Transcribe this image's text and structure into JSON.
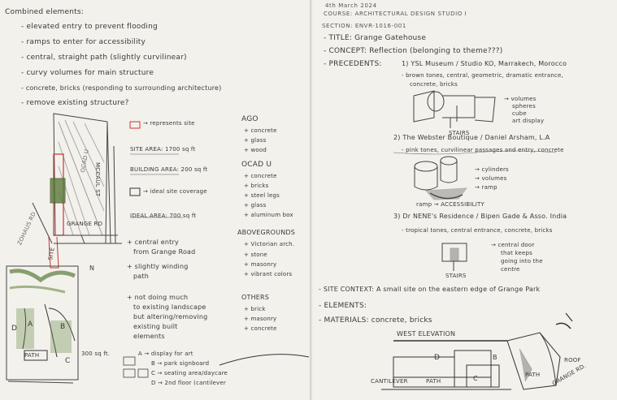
{
  "left_page": {
    "heading": "Combined elements:",
    "bullets": [
      "- elevated entry to prevent flooding",
      "- ramps to enter for accessibility",
      "- central, straight path (slightly curvilinear)",
      "- curvy volumes for main structure",
      "- concrete, bricks (responding to surrounding architecture)",
      "- remove existing structure?"
    ],
    "site_plan": {
      "street_label": "MCCAUL ST",
      "road_label": "GRANGE RD",
      "corner_label": "ZOHAUS RD",
      "interior_label": "OCAD U",
      "small_label": "SITE"
    },
    "legend": [
      "→ represents site",
      "SITE AREA: 1700 sq ft",
      "BUILDING AREA: 200 sq ft",
      "→ ideal site coverage",
      "IDEAL AREA: 700 sq ft"
    ],
    "ago": {
      "title": "AGO",
      "items": [
        "+ concrete",
        "+ glass",
        "+ wood"
      ]
    },
    "ocadu": {
      "title": "OCAD U",
      "items": [
        "+ concrete",
        "+ bricks",
        "+ steel legs",
        "+ glass",
        "+ aluminum box"
      ]
    },
    "above_grounds": {
      "title": "ABOVEGROUNDS",
      "items": [
        "+ Victorian arch.",
        "+ stone",
        "+ masonry",
        "+ vibrant colors"
      ]
    },
    "other": {
      "title": "OTHERS",
      "items": [
        "+ brick",
        "+ masonry",
        "+ concrete"
      ]
    },
    "notes": [
      "+ central entry",
      "from Grange Road",
      "+ slightly winding",
      "path",
      "+ not doing much",
      "to existing landscape",
      "but altering/removing",
      "existing built",
      "elements"
    ],
    "key": [
      "A → display for art",
      "B → park signboard",
      "C → seating area/daycare",
      "D → 2nd floor (cantilever"
    ],
    "plan_labels": {
      "a": "A",
      "b": "B",
      "c": "C",
      "d": "D",
      "path": "PATH",
      "area": "300 sq ft.",
      "north": "N"
    }
  },
  "right_page": {
    "header_date": "4th March 2024",
    "course": "COURSE: ARCHITECTURAL DESIGN STUDIO I",
    "section": "SECTION: ENVR-1016-001",
    "title": "- TITLE: Grange Gatehouse",
    "concept": "- CONCEPT: Reflection (belonging to theme???)",
    "precedents_label": "- PRECEDENTS:",
    "precedents": [
      {
        "heading": "1) YSL Museum / Studio KO, Marrakech, Morocco",
        "desc": "- brown tones, central, geometric, dramatic entrance,",
        "desc2": "concrete, bricks",
        "annot": [
          "→ volumes",
          "spheres",
          "cube",
          "art display"
        ],
        "caption": "STAIRS"
      },
      {
        "heading": "2) The Webster Boutique / Daniel Arsham, L.A",
        "desc": "- pink tones, curvilinear passages and entry, concrete",
        "annot": [
          "→ cylinders",
          "→ volumes",
          "→ ramp"
        ],
        "caption": "ramp → ACCESSIBILITY"
      },
      {
        "heading": "3) Dr NENE's Residence / Bipen Gade & Asso. India",
        "desc": "- tropical tones, central entrance, concrete, bricks",
        "annot": [
          "→ central door",
          "that keeps",
          "going into the",
          "centre"
        ],
        "caption": "STAIRS"
      }
    ],
    "site_context": "- SITE CONTEXT: A small site on the eastern edge of Grange Park",
    "elements": "- ELEMENTS:",
    "materials": "- MATERIALS: concrete, bricks",
    "elevation_title": "WEST ELEVATION",
    "elevation_labels": {
      "d": "D",
      "b": "B",
      "c": "C",
      "path": "PATH",
      "cantilever": "CANTILEVER"
    },
    "axon_labels": {
      "roof": "ROOF",
      "path": "PATH",
      "grange": "GRANGE RD."
    }
  }
}
